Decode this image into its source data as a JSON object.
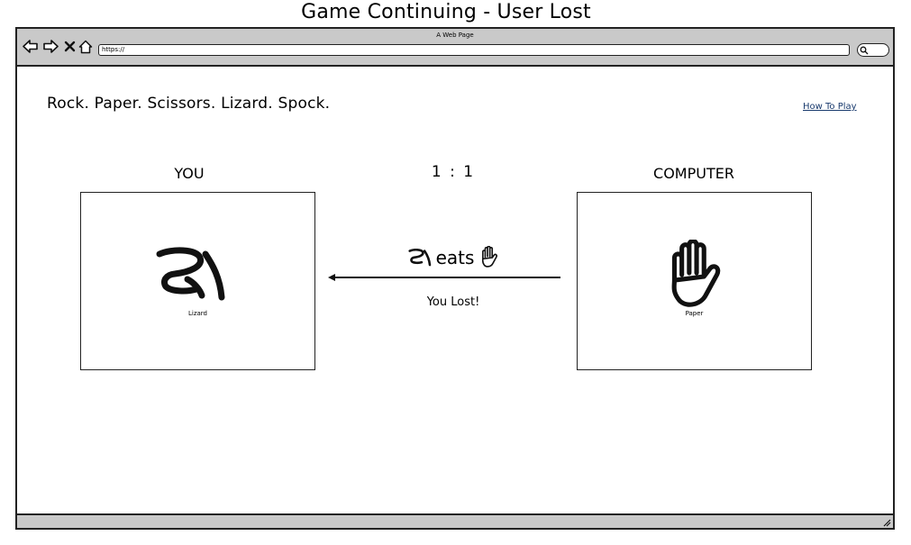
{
  "page_title": "Game Continuing - User Lost",
  "browser": {
    "window_title": "A Web Page",
    "address": "https://",
    "nav_icons": [
      "back-arrow-icon",
      "forward-arrow-icon",
      "close-icon",
      "home-icon"
    ],
    "search_icon": "search-icon"
  },
  "app": {
    "title": "Rock. Paper. Scissors. Lizard. Spock.",
    "how_to_play_label": "How To Play"
  },
  "game": {
    "player_label": "YOU",
    "computer_label": "COMPUTER",
    "score": "1 : 1",
    "player_choice": {
      "icon": "lizard-icon",
      "label": "Lizard"
    },
    "computer_choice": {
      "icon": "paper-hand-icon",
      "label": "Paper"
    },
    "result_verb": "eats",
    "outcome": "You Lost!",
    "arrow_direction": "left"
  },
  "colors": {
    "toolbar": "#c9c9c9",
    "border": "#222222",
    "link": "#1a3b6e"
  }
}
